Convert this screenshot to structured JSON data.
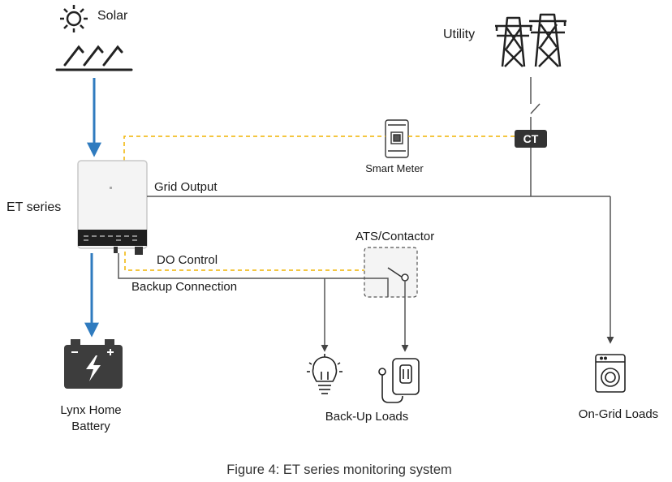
{
  "labels": {
    "solar": "Solar",
    "utility": "Utility",
    "ct": "CT",
    "smart_meter": "Smart Meter",
    "et_series": "ET series",
    "grid_output": "Grid Output",
    "ats_contactor": "ATS/Contactor",
    "do_control": "DO Control",
    "backup_connection": "Backup Connection",
    "battery_line1": "Lynx Home",
    "battery_line2": "Battery",
    "backup_loads": "Back-Up Loads",
    "ongrid_loads": "On-Grid Loads"
  },
  "caption": "Figure 4: ET series monitoring system",
  "colors": {
    "power_line": "#555555",
    "dc_arrow": "#2f7bbf",
    "comm_dashed": "#f0b400",
    "ct_box": "#333333",
    "battery": "#3d3d3d"
  },
  "icons": {
    "solar": "sun-icon",
    "panels": "solar-panel-icon",
    "utility": "transmission-tower-icon",
    "meter": "smart-meter-icon",
    "inverter": "inverter-icon",
    "battery": "battery-icon",
    "bulb": "light-bulb-icon",
    "heater": "water-heater-icon",
    "washer": "washing-machine-icon"
  }
}
